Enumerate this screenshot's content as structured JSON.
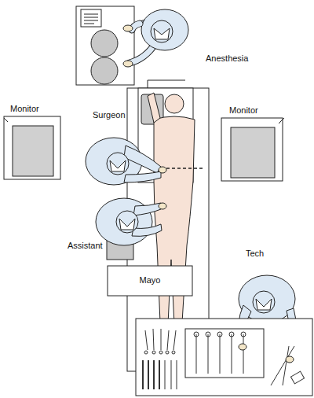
{
  "diagram": {
    "nodes": [
      {
        "text": [
          "Monitor"
        ]
      },
      {
        "text": [
          "Monitor"
        ]
      },
      {
        "text": [
          "Mayo"
        ]
      }
    ],
    "labels": [
      "Anesthesia",
      "Surgeon",
      "Assistant",
      "Tech"
    ]
  }
}
